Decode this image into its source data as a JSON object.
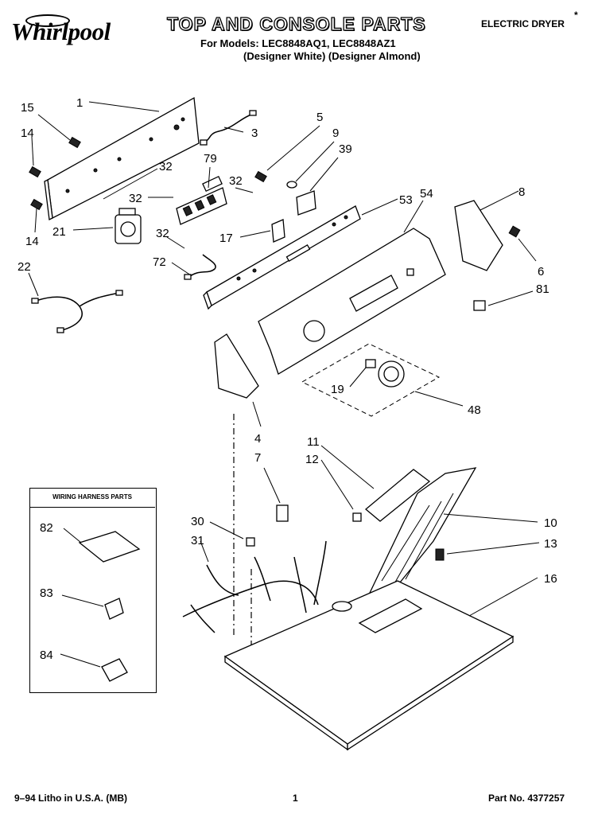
{
  "header": {
    "brand": "Whirlpool",
    "title": "TOP AND CONSOLE PARTS",
    "models_line": "For Models: LEC8848AQ1, LEC8848AZ1",
    "colors_line": "(Designer White) (Designer Almond)",
    "product_type": "ELECTRIC DRYER",
    "product_mark": "*"
  },
  "wiring_box": {
    "title": "WIRING HARNESS PARTS"
  },
  "callouts": [
    "1",
    "15",
    "14",
    "14",
    "3",
    "5",
    "9",
    "39",
    "32",
    "32",
    "32",
    "32",
    "79",
    "21",
    "17",
    "53",
    "54",
    "8",
    "6",
    "72",
    "22",
    "81",
    "19",
    "48",
    "4",
    "7",
    "11",
    "12",
    "10",
    "13",
    "30",
    "31",
    "16",
    "82",
    "83",
    "84"
  ],
  "footer": {
    "litho": "9–94 Litho in U.S.A. (MB)",
    "page": "1",
    "part_no": "Part No. 4377257"
  }
}
